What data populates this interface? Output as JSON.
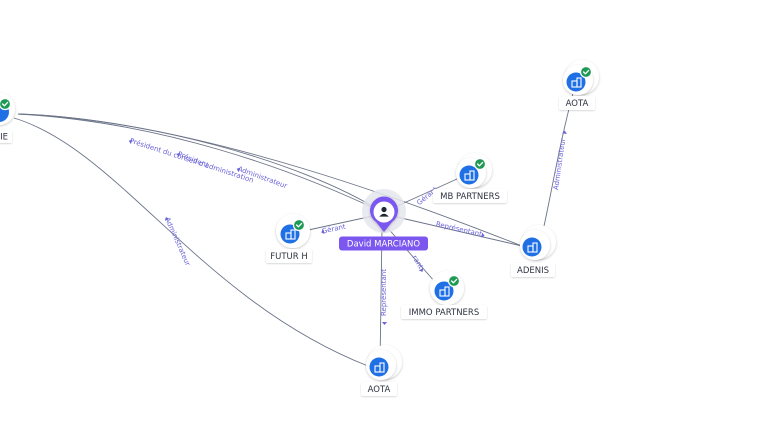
{
  "person": {
    "name": "David MARCIANO",
    "icon": "person-icon",
    "color": "#7b57f0"
  },
  "companies": [
    {
      "id": "partial-left",
      "label": "IE",
      "verified": true
    },
    {
      "id": "aota-top",
      "label": "AOTA",
      "verified": true
    },
    {
      "id": "mb-partners",
      "label": "MB PARTNERS",
      "verified": true
    },
    {
      "id": "futur-h",
      "label": "FUTUR H",
      "verified": true
    },
    {
      "id": "adenis",
      "label": "ADENIS",
      "verified": false
    },
    {
      "id": "immo-partners",
      "label": "IMMO PARTNERS",
      "verified": true
    },
    {
      "id": "aota-bottom",
      "label": "AOTA",
      "verified": false
    }
  ],
  "relations": [
    {
      "id": "pres-conseil",
      "label": "Président du conseil d'administration"
    },
    {
      "id": "president",
      "label": "Président"
    },
    {
      "id": "admin-top",
      "label": "Administrateur"
    },
    {
      "id": "admin-left",
      "label": "Administrateur"
    },
    {
      "id": "gerant-futur",
      "label": "Gérant"
    },
    {
      "id": "gerant-mb",
      "label": "Gérant"
    },
    {
      "id": "representant-adenis",
      "label": "Représentant"
    },
    {
      "id": "representant-aota",
      "label": "Représentant"
    },
    {
      "id": "admin-aota-top",
      "label": "Administrateur"
    },
    {
      "id": "gerant-immo",
      "label": "rant"
    }
  ],
  "colors": {
    "company": "#1f6fe5",
    "verified": "#1e9a55",
    "edge": "#6b7488",
    "edge_label": "#6a63d9",
    "person": "#7b57f0"
  },
  "icons": {
    "company": "building-icon",
    "verified": "check-badge-icon"
  }
}
